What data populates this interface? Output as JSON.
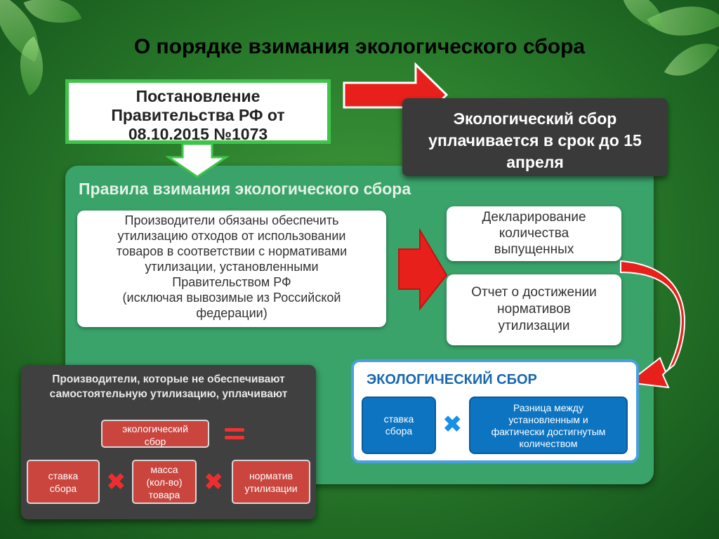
{
  "title": "О порядке взимания экологического сбора",
  "decree": {
    "line1": "Постановление",
    "line2": "Правительства РФ от",
    "line3": "08.10.2015 №1073"
  },
  "fee_term": {
    "line1": "Экологический сбор",
    "line2": "уплачивается в срок до 15",
    "line3": "апреля"
  },
  "rules": {
    "title": "Правила взимания экологического сбора",
    "producers_lines": [
      "Производители обязаны обеспечить",
      "утилизацию отходов от использовании",
      "товаров в соответствии с нормативами",
      "утилизации, установленными",
      "Правительством РФ",
      "(исключая вывозимые из Российской",
      "федерации)"
    ],
    "declaration_lines": [
      "Декларирование",
      "количества",
      "выпущенных"
    ],
    "report_lines": [
      "Отчет о достижении",
      "нормативов",
      "утилизации"
    ]
  },
  "payers": {
    "title_lines": [
      "Производители, которые не обеспечивают",
      "самостоятельную утилизацию, уплачивают"
    ],
    "fee_lines": [
      "экологический",
      "сбор"
    ],
    "rate_lines": [
      "ставка",
      "сбора"
    ],
    "mass_lines": [
      "масса",
      "(кол-во)",
      "товара"
    ],
    "norm_lines": [
      "норматив",
      "утилизации"
    ]
  },
  "eco_fee": {
    "title": "ЭКОЛОГИЧЕСКИЙ СБОР",
    "rate_lines": [
      "ставка",
      "сбора"
    ],
    "diff_lines": [
      "Разница между",
      "установленным и",
      "фактически достигнутым",
      "количеством"
    ]
  },
  "colors": {
    "red_arrow": "#e8201c",
    "green_border": "#3fc44a",
    "panel_green": "#3aa36a",
    "dark_box": "#3a3a3a",
    "red_box": "#c9453e",
    "blue_box": "#0d74c2"
  }
}
